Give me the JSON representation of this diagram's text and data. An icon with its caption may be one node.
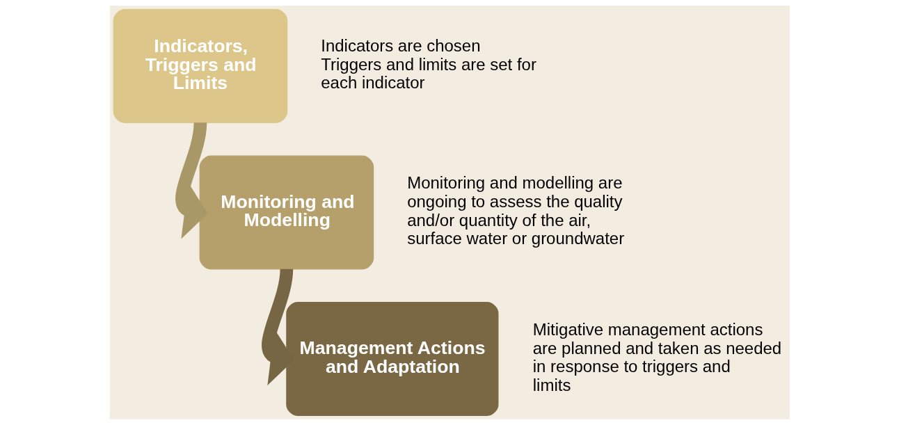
{
  "diagram": {
    "nodes": [
      {
        "text": [
          "Indicators, Triggers and Limits"
        ],
        "beside": [
          "Indicators are chosen",
          "Triggers and limits are set for each indicator"
        ]
      },
      {
        "text": [
          "Monitoring and Modelling"
        ],
        "beside": [
          "Monitoring and modelling are ongoing to assess the quality and/or quantity of the air, surface water or groundwater"
        ]
      },
      {
        "text": [
          "Management Actions and Adaptation"
        ],
        "beside": [
          "Mitigative management actions are planned and taken as needed in response to triggers and limits"
        ]
      }
    ],
    "edges": [
      {
        "from": 0,
        "to": 1,
        "arrow": "to",
        "color": "#a99867"
      },
      {
        "from": 1,
        "to": 2,
        "arrow": "to",
        "color": "#776644"
      }
    ]
  }
}
